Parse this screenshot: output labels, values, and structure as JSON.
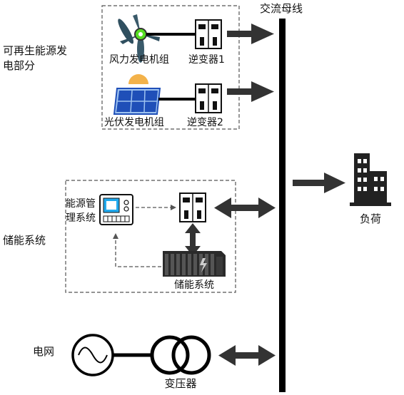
{
  "bus": {
    "label": "交流母线"
  },
  "renewable": {
    "section_label_line1": "可再生能源发",
    "section_label_line2": "电部分",
    "wind_label": "风力发电机组",
    "inverter1_label": "逆变器1",
    "pv_label": "光伏发电机组",
    "inverter2_label": "逆变器2"
  },
  "storage": {
    "section_label": "储能系统",
    "ems_label_line1": "能源管",
    "ems_label_line2": "理系统",
    "battery_label": "储能系统"
  },
  "grid": {
    "section_label": "电网",
    "transformer_label": "变压器"
  },
  "load": {
    "label": "负荷"
  },
  "colors": {
    "line": "#111111",
    "arrow": "#333333",
    "dashed": "#555555",
    "wind_hub": "#55dd22",
    "pv_panel": "#1f4fb8",
    "pv_frame": "#9ec3f0",
    "sun": "#f3b24a",
    "ems_screen": "#22aaee"
  },
  "icons": [
    "wind-turbine-icon",
    "solar-panel-icon",
    "inverter-icon",
    "ems-terminal-icon",
    "battery-container-icon",
    "generator-icon",
    "transformer-icon",
    "building-icon"
  ]
}
